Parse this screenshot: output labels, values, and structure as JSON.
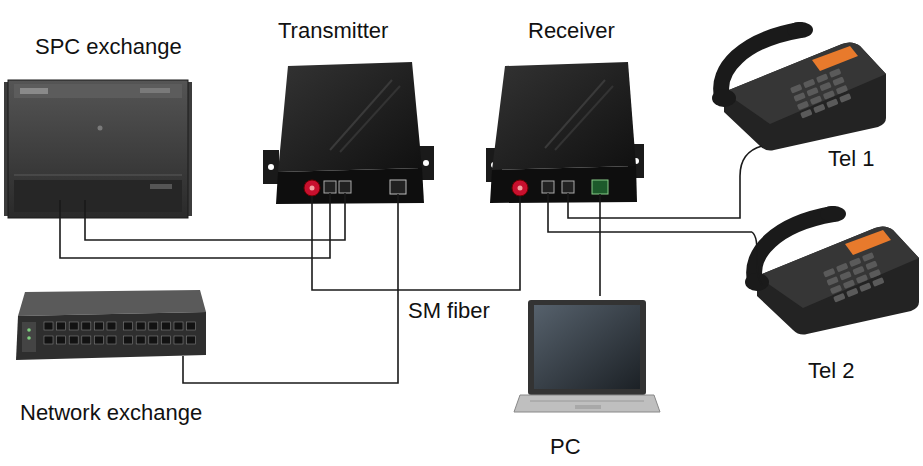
{
  "diagram": {
    "nodes": [
      {
        "text": [
          "SPC exchange"
        ]
      },
      {
        "text": [
          "Transmitter"
        ]
      },
      {
        "text": [
          "Receiver"
        ]
      },
      {
        "text": [
          "Tel 1"
        ]
      },
      {
        "text": [
          "Tel 2"
        ]
      },
      {
        "text": [
          "Network exchange"
        ]
      },
      {
        "text": [
          "PC"
        ]
      }
    ],
    "edges": [
      {
        "from": 0,
        "to": 1,
        "arrow": "none"
      },
      {
        "from": 0,
        "to": 1,
        "arrow": "none"
      },
      {
        "from": 5,
        "to": 1,
        "arrow": "none"
      },
      {
        "from": 1,
        "to": 2,
        "label": "SM fiber",
        "arrow": "none"
      },
      {
        "from": 2,
        "to": 3,
        "arrow": "none"
      },
      {
        "from": 2,
        "to": 4,
        "arrow": "none"
      },
      {
        "from": 2,
        "to": 6,
        "arrow": "none"
      }
    ]
  }
}
